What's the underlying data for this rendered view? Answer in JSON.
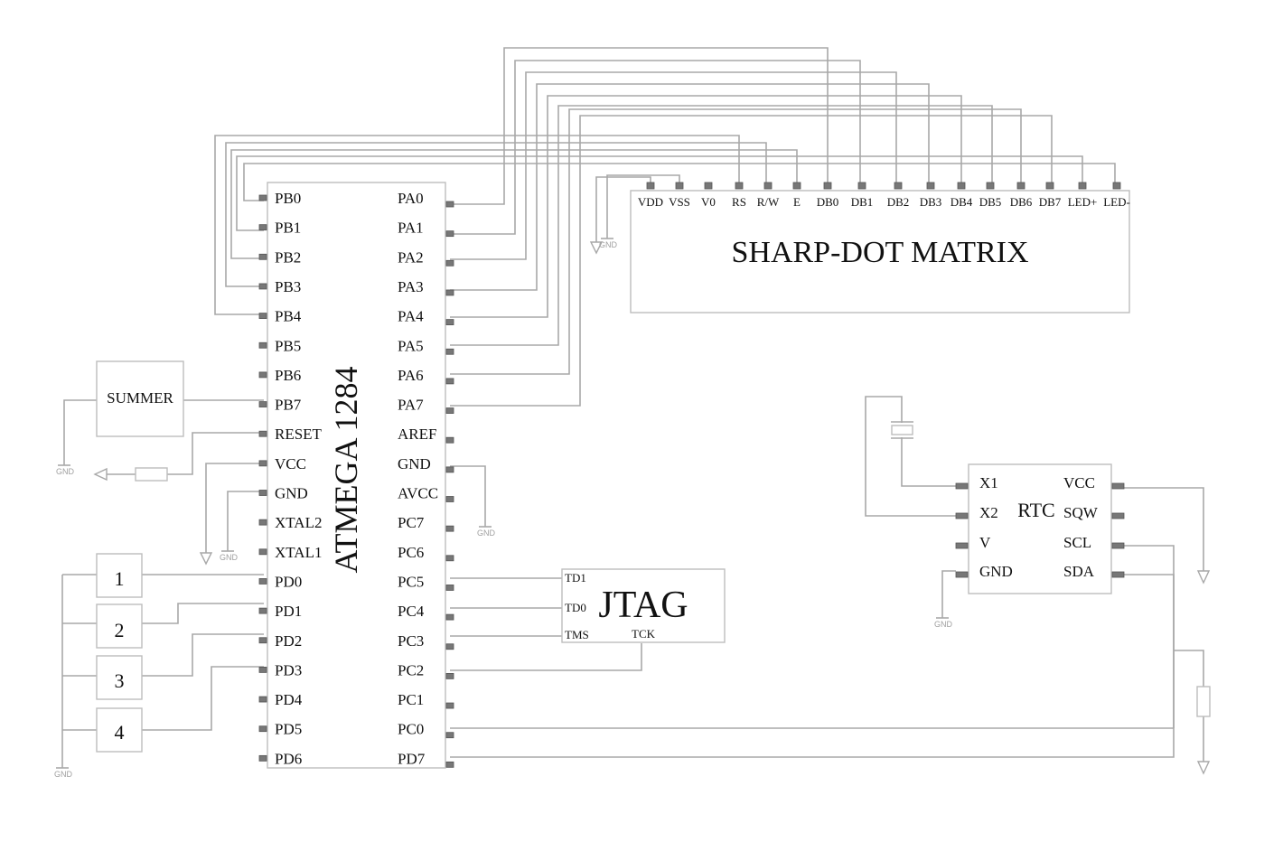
{
  "mcu": {
    "name": "ATMEGA 1284",
    "left_pins": [
      "PB0",
      "PB1",
      "PB2",
      "PB3",
      "PB4",
      "PB5",
      "PB6",
      "PB7",
      "RESET",
      "VCC",
      "GND",
      "XTAL2",
      "XTAL1",
      "PD0",
      "PD1",
      "PD2",
      "PD3",
      "PD4",
      "PD5",
      "PD6"
    ],
    "right_pins": [
      "PA0",
      "PA1",
      "PA2",
      "PA3",
      "PA4",
      "PA5",
      "PA6",
      "PA7",
      "AREF",
      "GND",
      "AVCC",
      "PC7",
      "PC6",
      "PC5",
      "PC4",
      "PC3",
      "PC2",
      "PC1",
      "PC0",
      "PD7"
    ]
  },
  "lcd": {
    "title": "SHARP-DOT MATRIX",
    "pins": [
      "VDD",
      "VSS",
      "V0",
      "RS",
      "R/W",
      "E",
      "DB0",
      "DB1",
      "DB2",
      "DB3",
      "DB4",
      "DB5",
      "DB6",
      "DB7",
      "LED+",
      "LED-"
    ]
  },
  "summer": {
    "label": "SUMMER"
  },
  "buttons": [
    "1",
    "2",
    "3",
    "4"
  ],
  "jtag": {
    "title": "JTAG",
    "pins": [
      "TD1",
      "TD0",
      "TMS",
      "TCK"
    ]
  },
  "rtc": {
    "title": "RTC",
    "left_pins": [
      "X1",
      "X2",
      "V",
      "GND"
    ],
    "right_pins": [
      "VCC",
      "SQW",
      "SCL",
      "SDA"
    ]
  },
  "gnd_label": "GND"
}
